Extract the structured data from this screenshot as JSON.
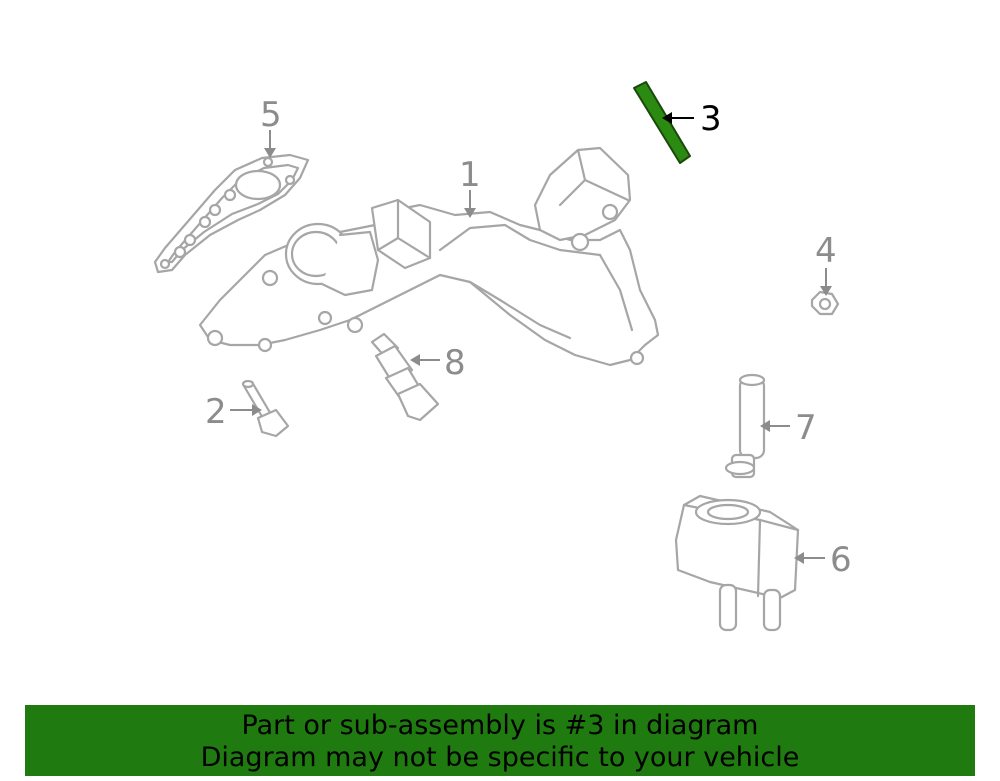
{
  "diagram": {
    "callouts": [
      {
        "id": "1",
        "label": "1",
        "highlighted": false
      },
      {
        "id": "2",
        "label": "2",
        "highlighted": false
      },
      {
        "id": "3",
        "label": "3",
        "highlighted": true
      },
      {
        "id": "4",
        "label": "4",
        "highlighted": false
      },
      {
        "id": "5",
        "label": "5",
        "highlighted": false
      },
      {
        "id": "6",
        "label": "6",
        "highlighted": false
      },
      {
        "id": "7",
        "label": "7",
        "highlighted": false
      },
      {
        "id": "8",
        "label": "8",
        "highlighted": false
      }
    ]
  },
  "banner": {
    "line1": "Part or sub-assembly is #3 in diagram",
    "line2": "Diagram may not be specific to your vehicle"
  },
  "colors": {
    "outline": "#a6a6a6",
    "label": "#8c8c8c",
    "highlight": "#2a8a12",
    "banner_bg": "#1f7a10",
    "banner_text": "#000000"
  }
}
